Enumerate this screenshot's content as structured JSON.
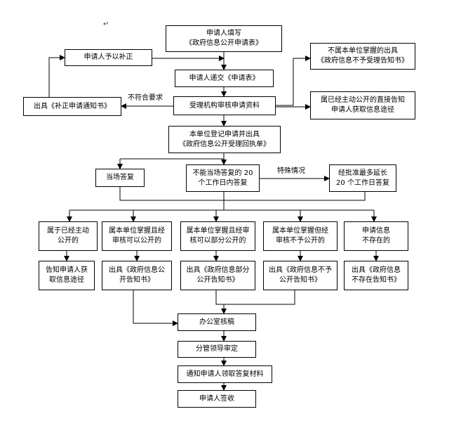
{
  "boxes": {
    "apply": "申请人填写\n《政府信息公开申请表》",
    "supplement": "申请人予以补正",
    "submit": "申请人递交《申请表》",
    "not_hold": "不属本单位掌握的出具\n《政府信息不予受理告知书》",
    "notice": "出具《补正申请通知书》",
    "review": "受理机构审核申请资料",
    "published": "属已经主动公开的直接告知\n申请人获取信息途径",
    "register": "本单位登记申请并出具\n《政府信息公开受理回执单》",
    "onsite": "当场答复",
    "days20": "不能当场答复的 20\n个工作日内答复",
    "extend": "经批准最多延长\n20 个工作日答复",
    "c1": "属于已经主动\n公开的",
    "c2": "属本单位掌握且经\n审核可以公开的",
    "c3": "属本单位掌握且经审\n核可以部分公开的",
    "c4": "属本单位掌握但经\n审核不予公开的",
    "c5": "申请信息\n不存在的",
    "r1": "告知申请人获\n取信息途径",
    "r2": "出具《政府信息公\n开告知书》",
    "r3": "出具《政府信息部分\n公开告知书》",
    "r4": "出具《政府信息不予\n公开告知书》",
    "r5": "出具《政府信息\n不存在告知书》",
    "office": "办公室核稿",
    "leader": "分管领导审定",
    "notify": "通知申请人领取答复材料",
    "sign": "申请人签收"
  },
  "labels": {
    "not_meet": "不符合要求",
    "special": "特殊情况"
  },
  "corner_mark": "↵"
}
